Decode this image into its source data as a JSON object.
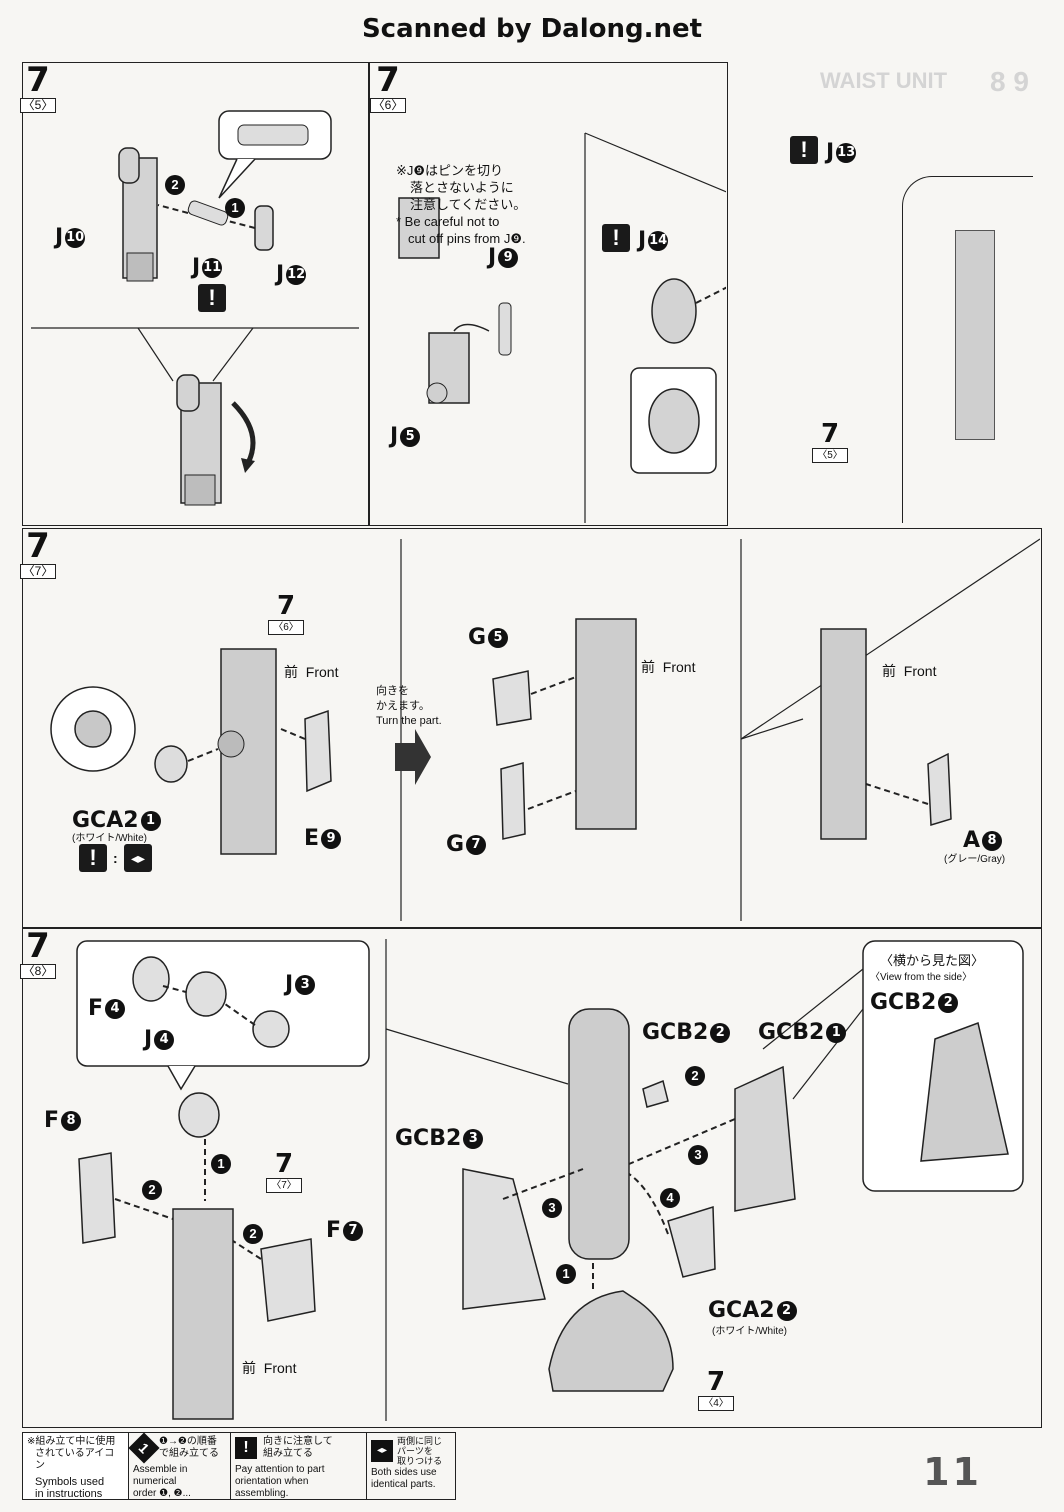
{
  "header": {
    "title": "Scanned by Dalong.net"
  },
  "page_number": "11",
  "steps": [
    {
      "num": "7",
      "sub": "〈5〉"
    },
    {
      "num": "7",
      "sub": "〈6〉"
    },
    {
      "num": "7",
      "sub": "〈7〉"
    },
    {
      "num": "7",
      "sub": "〈8〉"
    }
  ],
  "panel1": {
    "labels": {
      "j10": "J",
      "j10n": "10",
      "j11": "J",
      "j11n": "11",
      "j12": "J",
      "j12n": "12"
    },
    "order": [
      "1",
      "2"
    ]
  },
  "panel2": {
    "note_jp": "※J❾はピンを切り落とさないように注意してください。",
    "note_jp_l1": "※J❾はピンを切り",
    "note_jp_l2": "落とさないように",
    "note_jp_l3": "注意してください。",
    "note_en_l1": "* Be careful not to",
    "note_en_l2": "cut off pins from J❾.",
    "labels": {
      "j9": "J",
      "j9n": "9",
      "j5": "J",
      "j5n": "5",
      "j13": "J",
      "j13n": "13",
      "j14": "J",
      "j14n": "14"
    },
    "ref_num": "7",
    "ref_sub": "〈5〉"
  },
  "panel3": {
    "ref_num": "7",
    "ref_sub": "〈6〉",
    "front_jp": "前",
    "front_en": "Front",
    "turn_jp_l1": "向きを",
    "turn_jp_l2": "かえます。",
    "turn_en": "Turn the part.",
    "labels": {
      "gca2": "GCA2",
      "gca2n": "1",
      "gca2_color": "(ホワイト/White)",
      "e9": "E",
      "e9n": "9",
      "g5": "G",
      "g5n": "5",
      "g7": "G",
      "g7n": "7",
      "a8": "A",
      "a8n": "8",
      "a8_color": "(グレー/Gray)"
    }
  },
  "panel4": {
    "ref_num": "7",
    "ref_sub": "〈7〉",
    "ref2_num": "7",
    "ref2_sub": "〈4〉",
    "front_jp": "前",
    "front_en": "Front",
    "side_view_jp": "〈横から見た図〉",
    "side_view_en": "〈View from the side〉",
    "labels": {
      "f4": "F",
      "f4n": "4",
      "j3": "J",
      "j3n": "3",
      "j4": "J",
      "j4n": "4",
      "f8": "F",
      "f8n": "8",
      "f7": "F",
      "f7n": "7",
      "gcb22": "GCB2",
      "gcb22n": "2",
      "gcb21": "GCB2",
      "gcb21n": "1",
      "gcb23": "GCB2",
      "gcb23n": "3",
      "gcb22side": "GCB2",
      "gcb22siden": "2",
      "gca22": "GCA2",
      "gca22n": "2",
      "gca22_color": "(ホワイト/White)"
    },
    "order": [
      "1",
      "2",
      "3",
      "4"
    ]
  },
  "legend": {
    "title_jp_l1": "※組み立て中に使用",
    "title_jp_l2": "されているアイコン",
    "title_en_l1": "Symbols used",
    "title_en_l2": "in instructions",
    "item1_jp_l1": "❶→❷の順番",
    "item1_jp_l2": "で組み立てる",
    "item1_en_l1": "Assemble in numerical",
    "item1_en_l2": "order ❶, ❷...",
    "item2_jp_l1": "向きに注意して",
    "item2_jp_l2": "組み立てる",
    "item2_en_l1": "Pay attention to part",
    "item2_en_l2": "orientation when assembling.",
    "item3_jp_l1": "両側に同じ",
    "item3_jp_l2": "パーツを",
    "item3_jp_l3": "取りつける",
    "item3_en_l1": "Both sides use",
    "item3_en_l2": "identical parts."
  },
  "bleed_text": {
    "waist_unit": "WAIST UNIT",
    "section": "8 9"
  }
}
